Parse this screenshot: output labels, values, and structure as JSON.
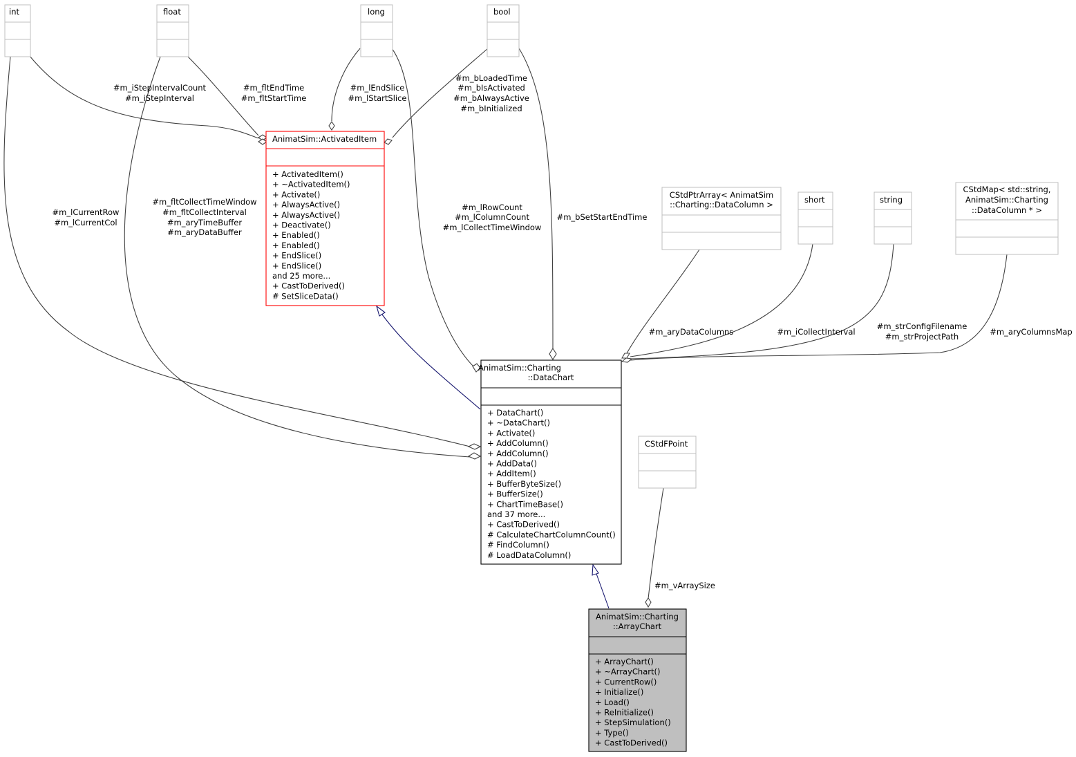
{
  "classes": {
    "int": {
      "title": [
        "int"
      ],
      "members": []
    },
    "float": {
      "title": [
        "float"
      ],
      "members": []
    },
    "long": {
      "title": [
        "long"
      ],
      "members": []
    },
    "bool": {
      "title": [
        "bool"
      ],
      "members": []
    },
    "activated_item": {
      "title": [
        "AnimatSim::ActivatedItem"
      ],
      "members": [
        "+ ActivatedItem()",
        "+ ~ActivatedItem()",
        "+ Activate()",
        "+ AlwaysActive()",
        "+ AlwaysActive()",
        "+ Deactivate()",
        "+ Enabled()",
        "+ Enabled()",
        "+ EndSlice()",
        "+ EndSlice()",
        "and 25 more...",
        "+ CastToDerived()",
        "# SetSliceData()"
      ]
    },
    "cstd_ptr_array": {
      "title": [
        "CStdPtrArray< AnimatSim",
        "::Charting::DataColumn >"
      ],
      "members": []
    },
    "short": {
      "title": [
        "short"
      ],
      "members": []
    },
    "string": {
      "title": [
        "string"
      ],
      "members": []
    },
    "cstd_map": {
      "title": [
        "CStdMap< std::string,",
        "AnimatSim::Charting",
        "::DataColumn * >"
      ],
      "members": []
    },
    "data_chart": {
      "title": [
        "AnimatSim::Charting",
        "::DataChart"
      ],
      "members": [
        "+ DataChart()",
        "+ ~DataChart()",
        "+ Activate()",
        "+ AddColumn()",
        "+ AddColumn()",
        "+ AddData()",
        "+ AddItem()",
        "+ BufferByteSize()",
        "+ BufferSize()",
        "+ ChartTimeBase()",
        "and 37 more...",
        "+ CastToDerived()",
        "# CalculateChartColumnCount()",
        "# FindColumn()",
        "# LoadDataColumn()"
      ]
    },
    "cstd_fpoint": {
      "title": [
        "CStdFPoint"
      ],
      "members": []
    },
    "array_chart": {
      "title": [
        "AnimatSim::Charting",
        "::ArrayChart"
      ],
      "members": [
        "+ ArrayChart()",
        "+ ~ArrayChart()",
        "+ CurrentRow()",
        "+ Initialize()",
        "+ Load()",
        "+ ReInitialize()",
        "+ StepSimulation()",
        "+ Type()",
        "+ CastToDerived()"
      ]
    }
  },
  "edge_labels": {
    "int_activated": [
      "#m_iStepIntervalCount",
      "#m_iStepInterval"
    ],
    "float_activated": [
      "#m_fltEndTime",
      "#m_fltStartTime"
    ],
    "long_activated": [
      "#m_lEndSlice",
      "#m_lStartSlice"
    ],
    "bool_activated": [
      "#m_bLoadedTime",
      "#m_bIsActivated",
      "#m_bAlwaysActive",
      "#m_bInitialized"
    ],
    "int_datachart": [
      "#m_lCurrentRow",
      "#m_lCurrentCol"
    ],
    "float_datachart": [
      "#m_fltCollectTimeWindow",
      "#m_fltCollectInterval",
      "#m_aryTimeBuffer",
      "#m_aryDataBuffer"
    ],
    "long_datachart": [
      "#m_lRowCount",
      "#m_lColumnCount",
      "#m_lCollectTimeWindow"
    ],
    "bool_datachart": [
      "#m_bSetStartEndTime"
    ],
    "ptrarray_datachart": [
      "#m_aryDataColumns"
    ],
    "short_datachart": [
      "#m_iCollectInterval"
    ],
    "string_datachart": [
      "#m_strConfigFilename",
      "#m_strProjectPath"
    ],
    "map_datachart": [
      "#m_aryColumnsMap"
    ],
    "fpoint_arraychart": [
      "#m_vArraySize"
    ]
  }
}
